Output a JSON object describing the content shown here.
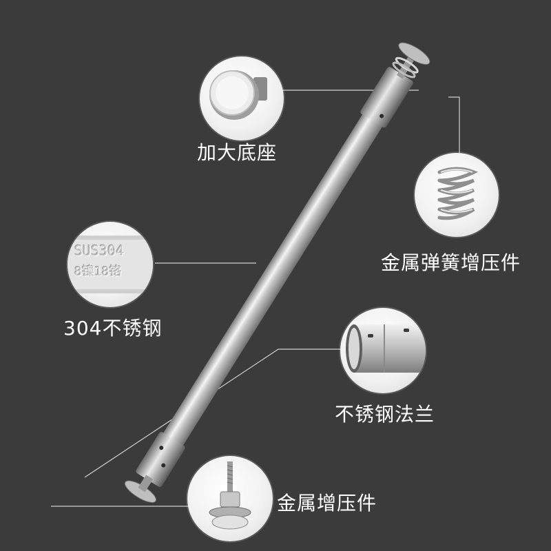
{
  "labels": {
    "base": "加大底座",
    "spring": "金属弹簧增压件",
    "steel": "304不锈钢",
    "flange": "不锈钢法兰",
    "bottom_part": "金属增压件"
  },
  "engraving": {
    "line1": "SUS304",
    "line2": "8镍18铬"
  },
  "colors": {
    "background": "#3b3b3b",
    "text": "#ffffff",
    "leader_line": "#d0d0d0",
    "circle_bg": "#f2f2f2",
    "metal": "#c9c9c9"
  },
  "icons": [
    "enlarged-base-icon",
    "metal-spring-icon",
    "sus304-engraving-icon",
    "steel-flange-icon",
    "pressure-foot-icon"
  ]
}
